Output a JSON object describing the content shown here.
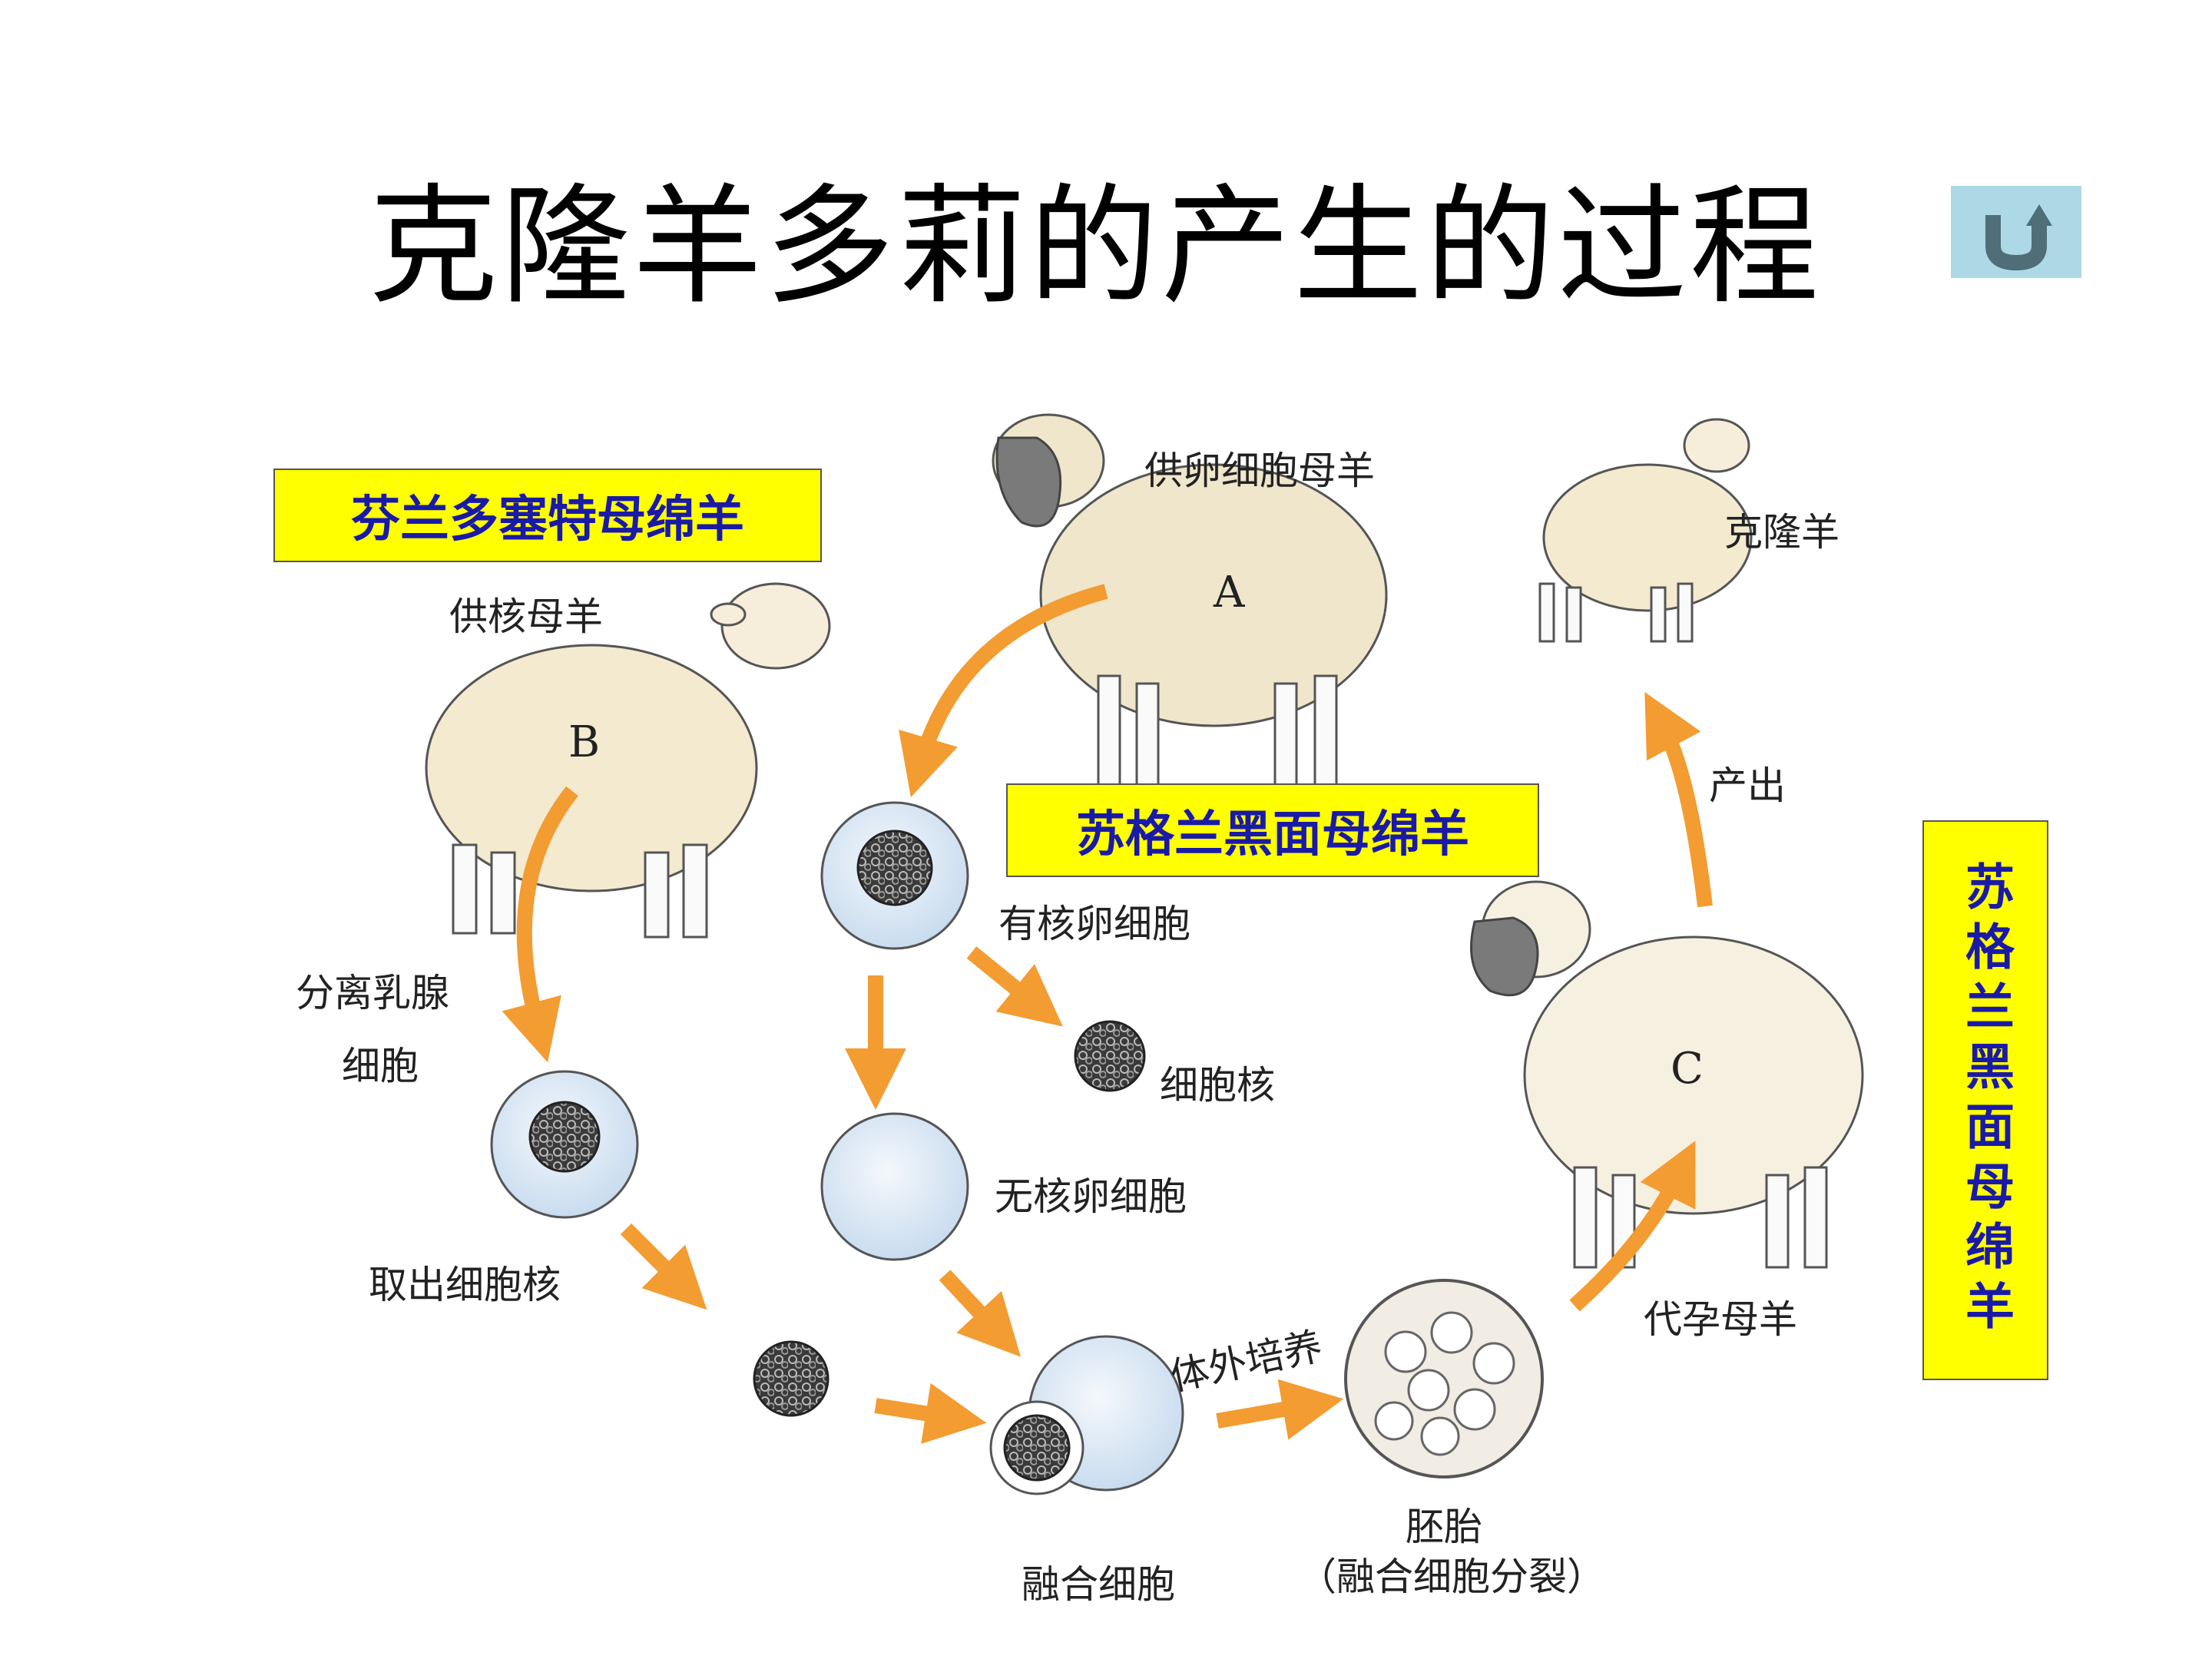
{
  "title": "克隆羊多莉的产生的过程",
  "back_button": {
    "icon": "u-turn-back-icon",
    "color": "#add8e6",
    "icon_color": "#4f6e78"
  },
  "boxes": {
    "finn": "芬兰多塞特母绵羊",
    "scot": "苏格兰黑面母绵羊",
    "surrogate_vertical": "苏格兰黑面母绵羊"
  },
  "colors": {
    "box_bg": "#ffff00",
    "box_text": "#1a1aa8",
    "arrow": "#f39c32",
    "cell": "#dde9f6",
    "wool": "#f3ead0"
  },
  "sheep": {
    "a_letter": "A",
    "a_label": "供卵细胞母羊",
    "b_letter": "B",
    "b_label": "供核母羊",
    "c_letter": "C",
    "c_label": "代孕母羊",
    "clone_label": "克隆羊"
  },
  "labels": {
    "separate_line1": "分离乳腺",
    "separate_line2": "细胞",
    "take_nucleus": "取出细胞核",
    "nucleated_egg": "有核卵细胞",
    "nucleus": "细胞核",
    "enucleated_egg": "无核卵细胞",
    "in_vitro": "体外培养",
    "fused_cell": "融合细胞",
    "embryo": "胚胎",
    "embryo_note": "（融合细胞分裂）",
    "born": "产出"
  }
}
